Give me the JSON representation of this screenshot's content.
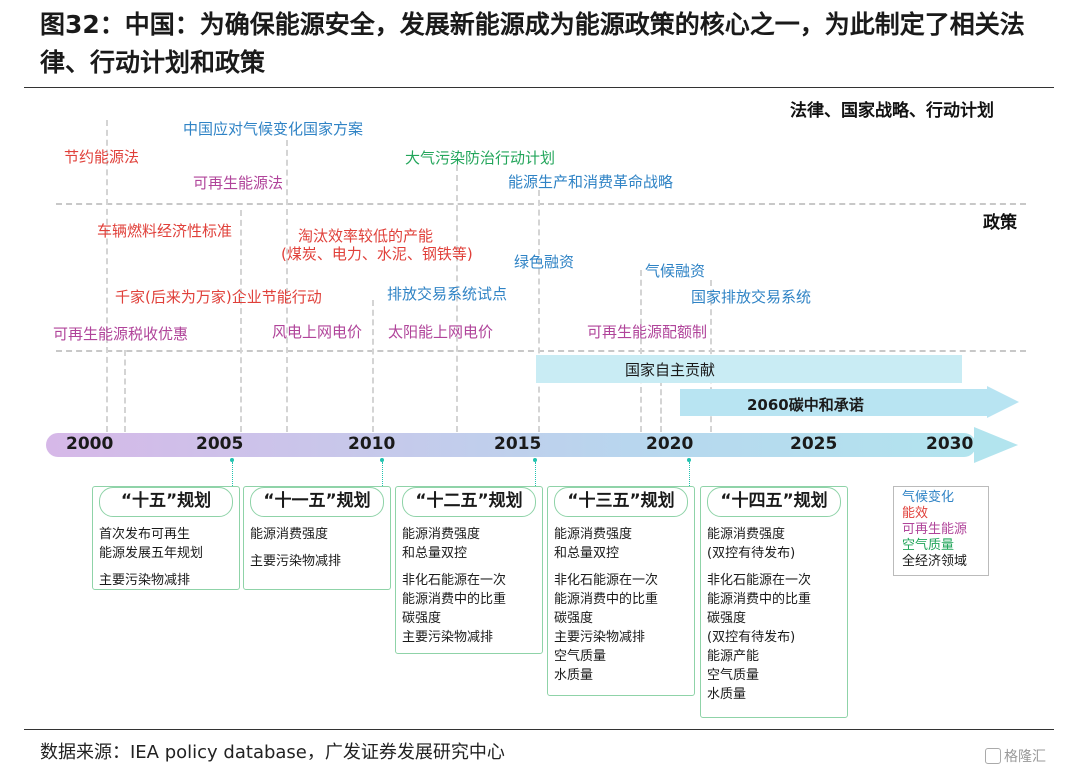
{
  "title": "图32：中国：为确保能源安全，发展新能源成为能源政策的核心之一，为此制定了相关法律、行动计划和政策",
  "sections": {
    "law": "法律、国家战略、行动计划",
    "policy": "政策"
  },
  "law_events": [
    {
      "text": "节约能源法",
      "color": "red"
    },
    {
      "text": "中国应对气候变化国家方案",
      "color": "blue"
    },
    {
      "text": "可再生能源法",
      "color": "purple"
    },
    {
      "text": "大气污染防治行动计划",
      "color": "green"
    },
    {
      "text": "能源生产和消费革命战略",
      "color": "blue"
    }
  ],
  "policy_events": [
    {
      "text": "车辆燃料经济性标准",
      "color": "red"
    },
    {
      "text": "淘汰效率较低的产能",
      "color": "red"
    },
    {
      "text": "(煤炭、电力、水泥、钢铁等)",
      "color": "red"
    },
    {
      "text": "绿色融资",
      "color": "blue"
    },
    {
      "text": "气候融资",
      "color": "blue"
    },
    {
      "text": "千家(后来为万家)企业节能行动",
      "color": "red"
    },
    {
      "text": "排放交易系统试点",
      "color": "blue"
    },
    {
      "text": "国家排放交易系统",
      "color": "blue"
    },
    {
      "text": "可再生能源税收优惠",
      "color": "purple"
    },
    {
      "text": "风电上网电价",
      "color": "purple"
    },
    {
      "text": "太阳能上网电价",
      "color": "purple"
    },
    {
      "text": "可再生能源配额制",
      "color": "purple"
    }
  ],
  "bars": {
    "ndc": "国家自主贡献",
    "carbon_neutral": "2060碳中和承诺"
  },
  "years": [
    "2000",
    "2005",
    "2010",
    "2015",
    "2020",
    "2025",
    "2030"
  ],
  "plans": [
    {
      "title": "“十五”规划",
      "items": [
        "首次发布可再生",
        "能源发展五年规划",
        "",
        "主要污染物减排"
      ]
    },
    {
      "title": "“十一五”规划",
      "items": [
        "能源消费强度",
        "",
        "主要污染物减排"
      ]
    },
    {
      "title": "“十二五”规划",
      "items": [
        "能源消费强度",
        "和总量双控",
        "",
        "非化石能源在一次",
        "能源消费中的比重",
        "碳强度",
        "主要污染物减排"
      ]
    },
    {
      "title": "“十三五”规划",
      "items": [
        "能源消费强度",
        "和总量双控",
        "",
        "非化石能源在一次",
        "能源消费中的比重",
        "碳强度",
        "主要污染物减排",
        "空气质量",
        "水质量"
      ]
    },
    {
      "title": "“十四五”规划",
      "items": [
        "能源消费强度",
        "(双控有待发布)",
        "",
        "非化石能源在一次",
        "能源消费中的比重",
        "碳强度",
        "(双控有待发布)",
        "能源产能",
        "空气质量",
        "水质量"
      ]
    }
  ],
  "legend": [
    {
      "text": "气候变化",
      "color": "#2f83c5"
    },
    {
      "text": "能效",
      "color": "#e0403a"
    },
    {
      "text": "可再生能源",
      "color": "#b0449a"
    },
    {
      "text": "空气质量",
      "color": "#22a55a"
    },
    {
      "text": "全经济领域",
      "color": "#1a1a1a"
    }
  ],
  "source": "数据来源：IEA policy database，广发证券发展研究中心",
  "logo": "格隆汇"
}
